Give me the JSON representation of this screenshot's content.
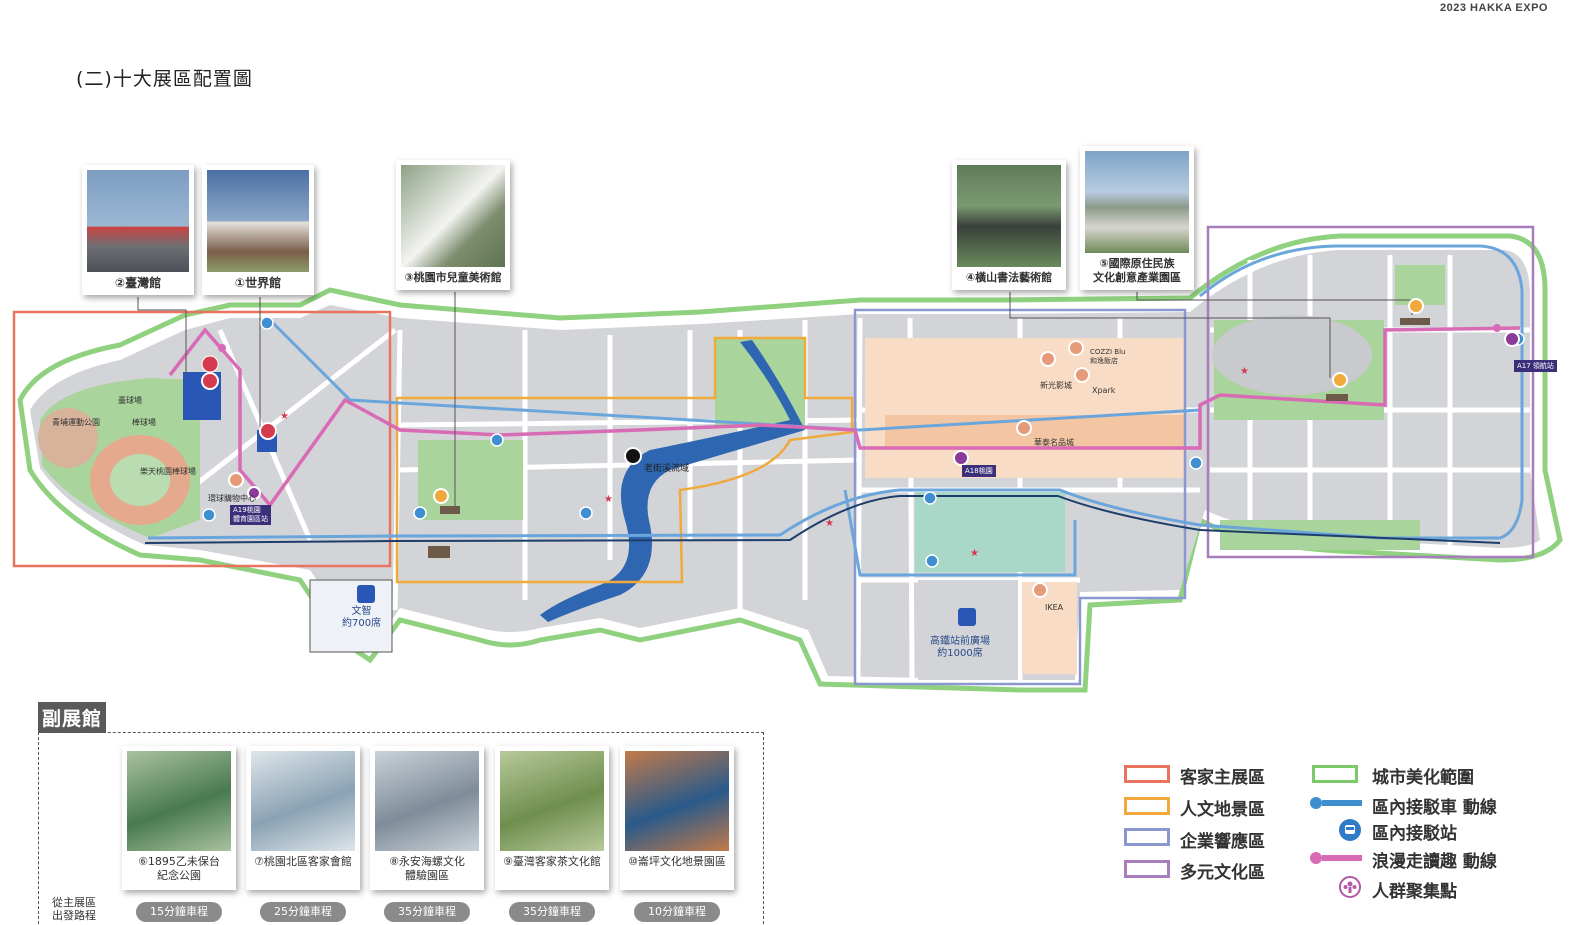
{
  "header": {
    "brand": "2023 HAKKA EXPO",
    "title": "(二)十大展區配置圖"
  },
  "photos": {
    "p2": "②臺灣館",
    "p1": "①世界館",
    "p3": "③桃園市兒童美術館",
    "p4": "④橫山書法藝術館",
    "p5": "⑤國際原住民族\n文化創意產業園區"
  },
  "map_labels": {
    "ballpark": "樂天桃園棒球場",
    "sports_park": "青埔運動公園",
    "softball": "壘球場",
    "baseball": "棒球場",
    "youth_center": "環球購物中心",
    "a19": "A19桃園\n體育園區站",
    "old_street": "老街溪流域",
    "cozzi": "COZZI Blu\n和逸飯店",
    "shinkong": "新光影城",
    "xpark": "Xpark",
    "huatai": "華泰名品城",
    "a18": "A18桃園",
    "ikea": "IKEA",
    "a17": "A17 領航站",
    "hsr_parking": "高鐵站前廣場\n約1000席",
    "wenzhi_parking": "文智\n約700席"
  },
  "sub": {
    "title": "副展館",
    "depart": "從主展區\n出發路程",
    "cards": [
      {
        "label": "⑥1895乙未保台\n紀念公園",
        "time": "15分鐘車程",
        "c1": "#4a7a4e",
        "c2": "#a9c2a0"
      },
      {
        "label": "⑦桃園北區客家會館",
        "time": "25分鐘車程",
        "c1": "#8aa2b4",
        "c2": "#dfe6ea"
      },
      {
        "label": "⑧永安海螺文化\n體驗園區",
        "time": "35分鐘車程",
        "c1": "#7f8c99",
        "c2": "#c9d2d8"
      },
      {
        "label": "⑨臺灣客家茶文化館",
        "time": "35分鐘車程",
        "c1": "#6f8f4e",
        "c2": "#b7c99a"
      },
      {
        "label": "⑩崙坪文化地景園區",
        "time": "10分鐘車程",
        "c1": "#2a5a8a",
        "c2": "#c27a4a"
      }
    ]
  },
  "legend": {
    "hakka_main": {
      "label": "客家主展區",
      "color": "#e8735e"
    },
    "humanity": {
      "label": "人文地景區",
      "color": "#f1a93b"
    },
    "enterprise": {
      "label": "企業響應區",
      "color": "#8b97cf"
    },
    "diverse": {
      "label": "多元文化區",
      "color": "#a77dbb"
    },
    "beautify": {
      "label": "城市美化範圍",
      "color": "#7bc96a"
    },
    "shuttle": {
      "label": "區內接駁車 動線",
      "color": "#3f8fd0"
    },
    "station": {
      "label": "區內接駁站"
    },
    "romantic": {
      "label": "浪漫走讀趣 動線",
      "color": "#d86ab6"
    },
    "crowd": {
      "label": "人群聚集點"
    }
  }
}
